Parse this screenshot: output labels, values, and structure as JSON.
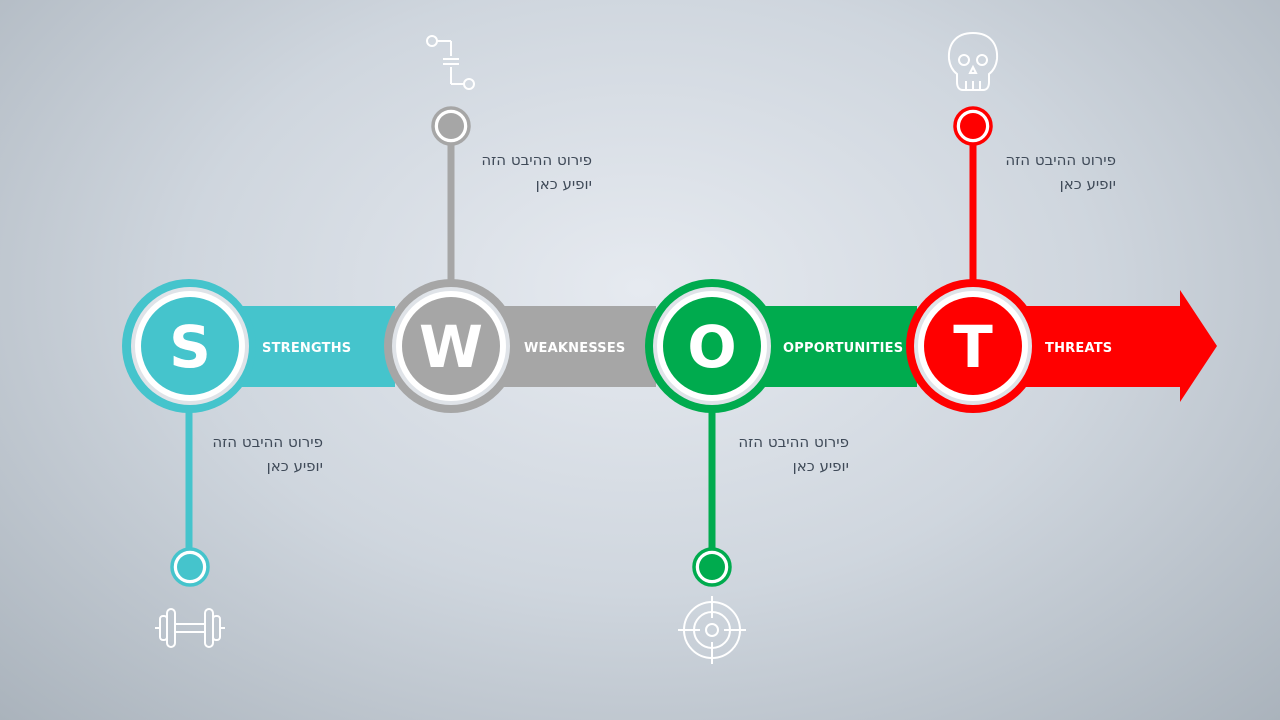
{
  "swot": [
    {
      "letter": "S",
      "label": "STRENGTHS",
      "color": "#45c4cc",
      "line1": "פירוט ההיבט הזה",
      "line2": "יופיע כאן",
      "icon": "dumbbell-icon"
    },
    {
      "letter": "W",
      "label": "WEAKNESSES",
      "color": "#a6a6a6",
      "line1": "פירוט ההיבט הזה",
      "line2": "יופיע כאן",
      "icon": "circuit-icon"
    },
    {
      "letter": "O",
      "label": "OPPORTUNITIES",
      "color": "#00ab4e",
      "line1": "פירוט ההיבט הזה",
      "line2": "יופיע כאן",
      "icon": "crosshair-icon"
    },
    {
      "letter": "T",
      "label": "THREATS",
      "color": "#ff0000",
      "line1": "פירוט ההיבט הזה",
      "line2": "יופיע כאן",
      "icon": "skull-icon"
    }
  ]
}
